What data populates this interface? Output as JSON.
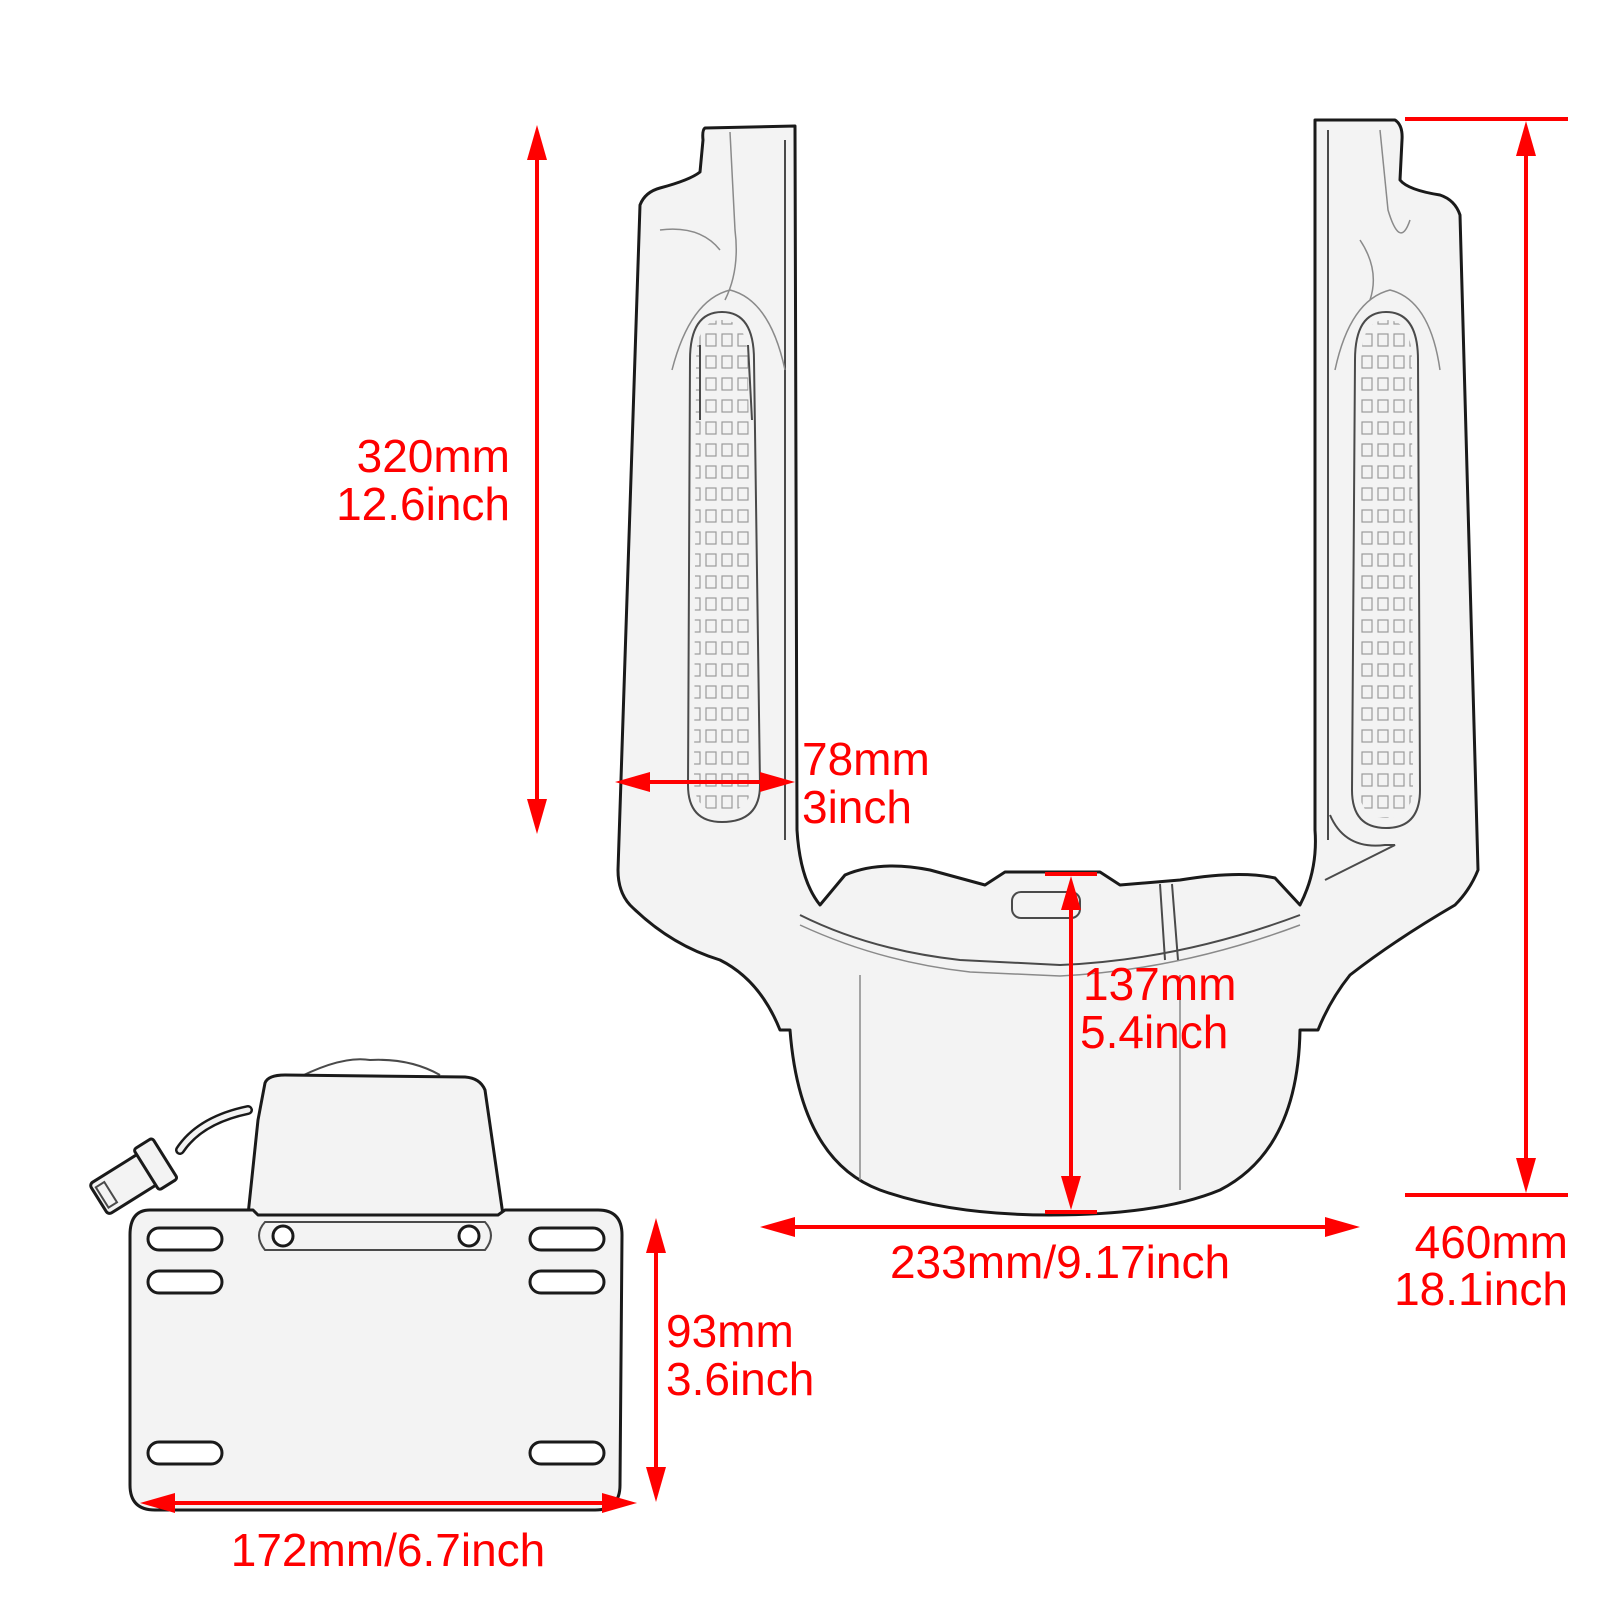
{
  "diagram": {
    "subject": "Rear fender strut with LED lights and license plate bracket",
    "colors": {
      "dimension": "#ff0000",
      "outline": "#1a1a1a",
      "part_fill": "#f3f3f3",
      "background": "#ffffff"
    },
    "parts": [
      {
        "name": "fender-strut",
        "description": "U-shaped fender strut with integrated LED light bars on both arms"
      },
      {
        "name": "license-plate-bracket",
        "description": "License plate bracket with light housing, wire and connector"
      }
    ],
    "dimensions": {
      "strut_arm_height": {
        "mm": "320mm",
        "inch": "12.6inch"
      },
      "light_width": {
        "mm": "78mm",
        "inch": "3inch"
      },
      "fender_height": {
        "mm": "137mm",
        "inch": "5.4inch"
      },
      "fender_width": {
        "label": "233mm/9.17inch"
      },
      "total_height": {
        "mm": "460mm",
        "inch": "18.1inch"
      },
      "plate_height": {
        "mm": "93mm",
        "inch": "3.6inch"
      },
      "plate_width": {
        "label": "172mm/6.7inch"
      }
    }
  }
}
